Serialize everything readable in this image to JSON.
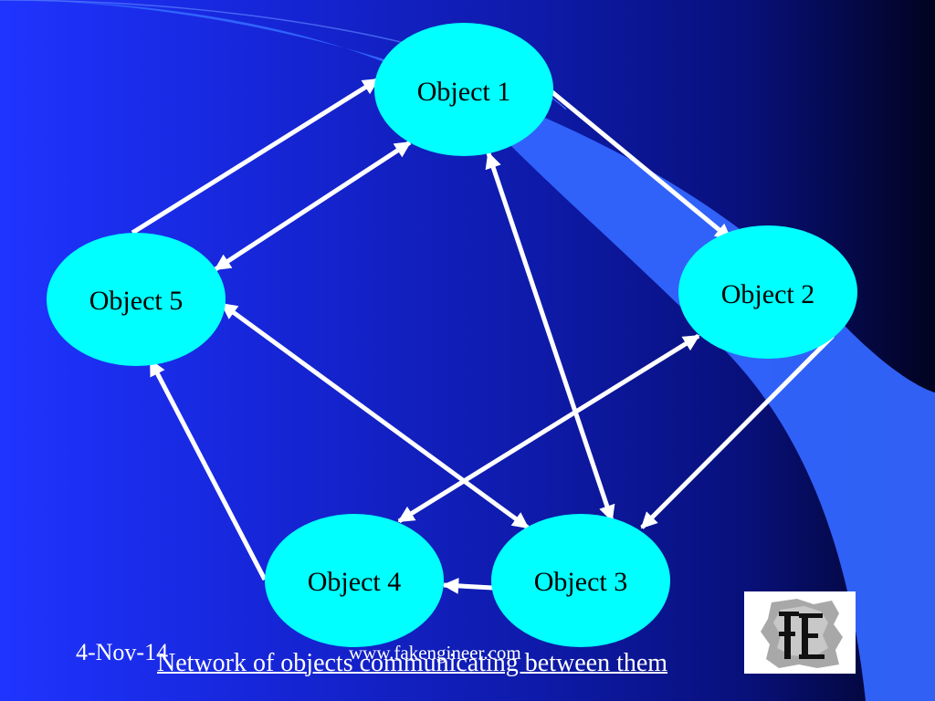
{
  "diagram": {
    "nodes": [
      {
        "id": "object-1",
        "label": "Object 1"
      },
      {
        "id": "object-2",
        "label": "Object 2"
      },
      {
        "id": "object-3",
        "label": "Object 3"
      },
      {
        "id": "object-4",
        "label": "Object 4"
      },
      {
        "id": "object-5",
        "label": "Object 5"
      }
    ],
    "edges": [
      {
        "from": "object-5",
        "to": "object-1",
        "direction": "forward"
      },
      {
        "from": "object-1",
        "to": "object-5",
        "direction": "both"
      },
      {
        "from": "object-1",
        "to": "object-2",
        "direction": "forward"
      },
      {
        "from": "object-1",
        "to": "object-3",
        "direction": "both"
      },
      {
        "from": "object-2",
        "to": "object-3",
        "direction": "forward"
      },
      {
        "from": "object-2",
        "to": "object-4",
        "direction": "both"
      },
      {
        "from": "object-5",
        "to": "object-3",
        "direction": "both"
      },
      {
        "from": "object-3",
        "to": "object-4",
        "direction": "forward"
      },
      {
        "from": "object-4",
        "to": "object-5",
        "direction": "forward"
      }
    ]
  },
  "footer": {
    "date": "4-Nov-14",
    "website": "www.fakengineer.com",
    "caption": "Network of objects communicating between them"
  },
  "logo": {
    "text": "FE"
  },
  "colors": {
    "node_fill": "#00ffff",
    "arrow": "#ffffff",
    "swoosh": "#3366ff",
    "background_start": "#1f34ff",
    "background_end": "#020320"
  }
}
